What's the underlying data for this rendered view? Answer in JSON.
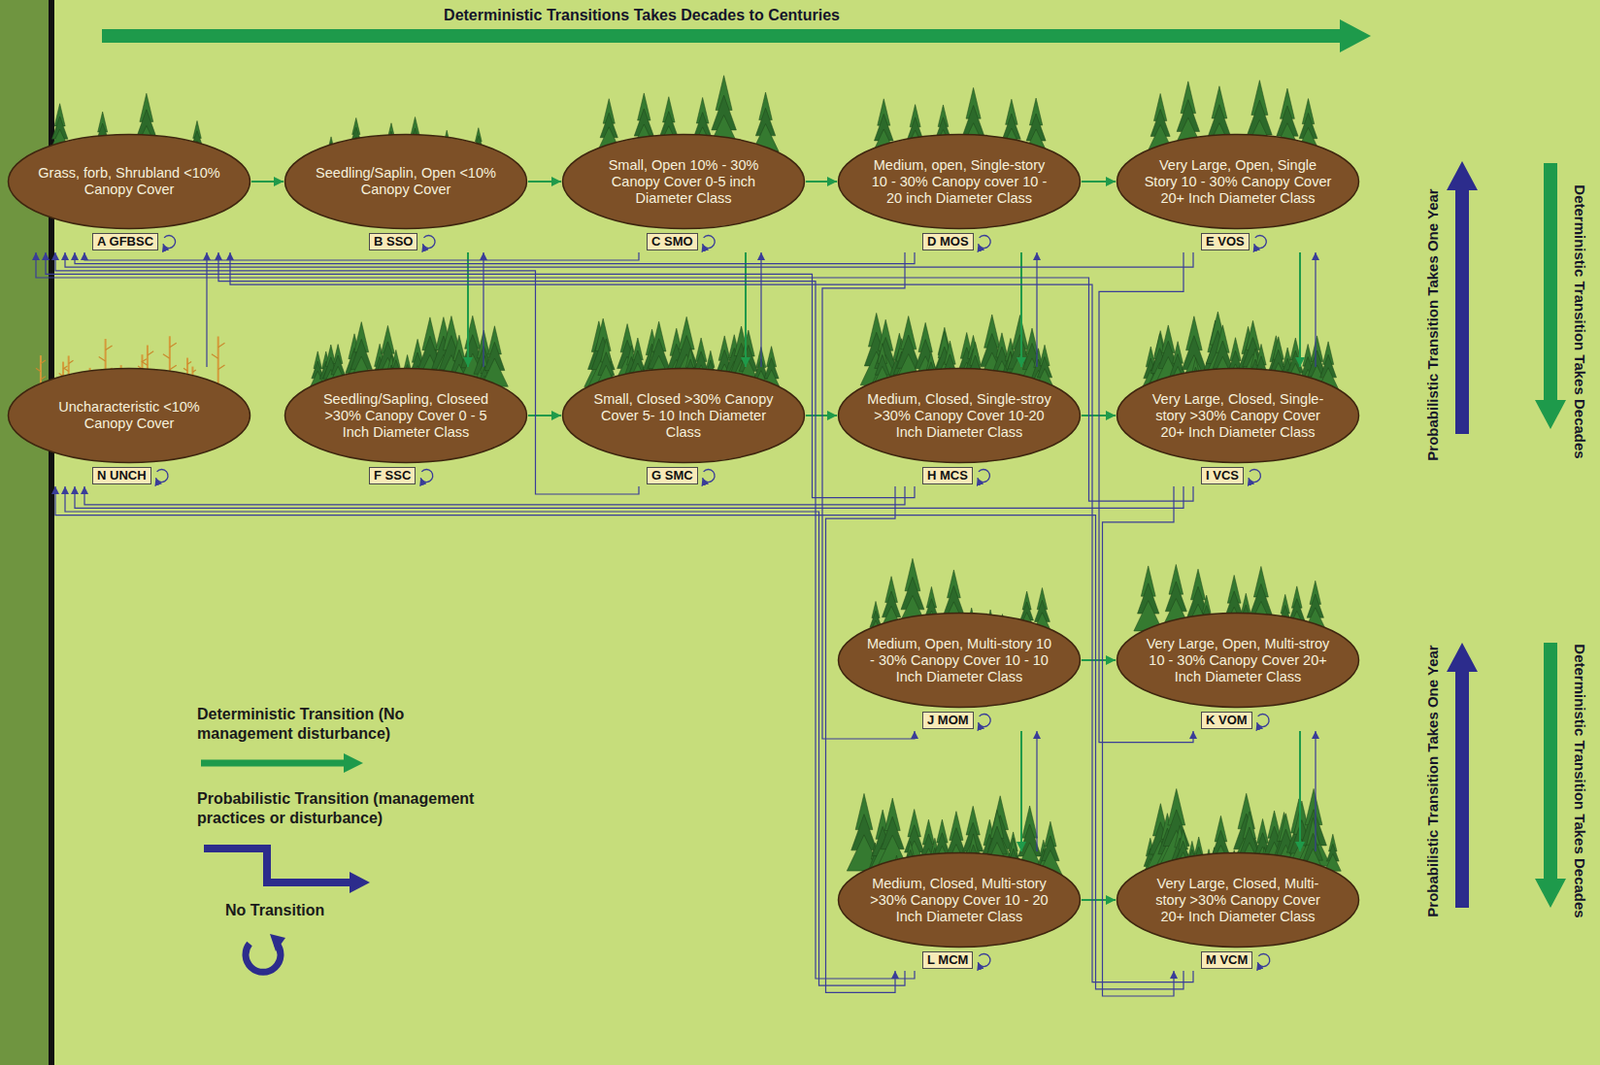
{
  "diagram": {
    "nodes": [
      {
        "text": [
          "Grass, forb, Shrubland <10% Canopy Cover",
          "A GFBSC"
        ]
      },
      {
        "text": [
          "Seedling/Saplin, Open <10% Canopy Cover",
          "B SSO"
        ]
      },
      {
        "text": [
          "Small, Open 10% - 30% Canopy Cover 0-5 inch Diameter Class",
          "C SMO"
        ]
      },
      {
        "text": [
          "Medium, open, Single-story 10 - 30% Canopy cover 10 - 20 inch Diameter Class",
          "D MOS"
        ]
      },
      {
        "text": [
          "Very Large, Open, Single Story 10 - 30% Canopy Cover 20+ Inch Diameter Class",
          "E VOS"
        ]
      },
      {
        "text": [
          "Uncharacteristic <10% Canopy Cover",
          "N UNCH"
        ]
      },
      {
        "text": [
          "Seedling/Sapling, Closeed >30% Canopy Cover 0 - 5 Inch Diameter Class",
          "F SSC"
        ]
      },
      {
        "text": [
          "Small, Closed >30% Canopy Cover 5- 10 Inch Diameter Class",
          "G SMC"
        ]
      },
      {
        "text": [
          "Medium, Closed, Single-stroy >30% Canopy Cover 10-20 Inch Diameter Class",
          "H MCS"
        ]
      },
      {
        "text": [
          "Very Large, Closed, Single-story >30% Canopy Cover 20+ Inch Diameter Class",
          "I VCS"
        ]
      },
      {
        "text": [
          "Medium, Open, Multi-story 10 - 30% Canopy Cover 10 - 10 Inch Diameter Class",
          "J MOM"
        ]
      },
      {
        "text": [
          "Very Large, Open, Multi-stroy 10 - 30% Canopy Cover 20+ Inch Diameter Class",
          "K VOM"
        ]
      },
      {
        "text": [
          "Medium, Closed, Multi-story >30% Canopy Cover 10 - 20 Inch Diameter Class",
          "L MCM"
        ]
      },
      {
        "text": [
          "Very Large, Closed, Multi-story >30% Canopy Cover 20+ Inch Diameter Class",
          "M VCM"
        ]
      }
    ],
    "edges": [
      {
        "from": 0,
        "to": 1,
        "arrow": "to"
      },
      {
        "from": 1,
        "to": 2,
        "arrow": "to"
      },
      {
        "from": 2,
        "to": 3,
        "arrow": "to"
      },
      {
        "from": 3,
        "to": 4,
        "arrow": "to"
      },
      {
        "from": 6,
        "to": 7,
        "arrow": "to"
      },
      {
        "from": 7,
        "to": 8,
        "arrow": "to"
      },
      {
        "from": 8,
        "to": 9,
        "arrow": "to"
      },
      {
        "from": 10,
        "to": 11,
        "arrow": "to"
      },
      {
        "from": 12,
        "to": 13,
        "arrow": "to"
      },
      {
        "from": 1,
        "to": 6,
        "arrow": "to"
      },
      {
        "from": 6,
        "to": 1,
        "arrow": "to"
      },
      {
        "from": 2,
        "to": 7,
        "arrow": "to"
      },
      {
        "from": 7,
        "to": 2,
        "arrow": "to"
      },
      {
        "from": 3,
        "to": 8,
        "arrow": "to"
      },
      {
        "from": 8,
        "to": 3,
        "arrow": "to"
      },
      {
        "from": 4,
        "to": 9,
        "arrow": "to"
      },
      {
        "from": 9,
        "to": 4,
        "arrow": "to"
      },
      {
        "from": 10,
        "to": 12,
        "arrow": "to"
      },
      {
        "from": 12,
        "to": 10,
        "arrow": "to"
      },
      {
        "from": 11,
        "to": 13,
        "arrow": "to"
      },
      {
        "from": 13,
        "to": 11,
        "arrow": "to"
      },
      {
        "from": 2,
        "to": 0,
        "arrow": "to"
      },
      {
        "from": 3,
        "to": 0,
        "arrow": "to"
      },
      {
        "from": 4,
        "to": 0,
        "arrow": "to"
      },
      {
        "from": 7,
        "to": 0,
        "arrow": "to"
      },
      {
        "from": 8,
        "to": 0,
        "arrow": "to"
      },
      {
        "from": 9,
        "to": 0,
        "arrow": "to"
      },
      {
        "from": 12,
        "to": 0,
        "arrow": "to"
      },
      {
        "from": 13,
        "to": 0,
        "arrow": "to"
      },
      {
        "from": 5,
        "to": 0,
        "arrow": "to"
      },
      {
        "from": 8,
        "to": 5,
        "arrow": "to"
      },
      {
        "from": 9,
        "to": 5,
        "arrow": "to"
      },
      {
        "from": 12,
        "to": 5,
        "arrow": "to"
      },
      {
        "from": 13,
        "to": 5,
        "arrow": "to"
      },
      {
        "from": 3,
        "to": 10,
        "arrow": "to"
      },
      {
        "from": 4,
        "to": 11,
        "arrow": "to"
      },
      {
        "from": 8,
        "to": 12,
        "arrow": "to"
      },
      {
        "from": 9,
        "to": 13,
        "arrow": "to"
      }
    ],
    "labels": [
      "Deterministic Transitions Takes Decades to Centuries",
      "Probabilistic Transition Takes One Year",
      "Deterministic Transition Takes Decades",
      "Probabilistic Transition Takes One Year",
      "Deterministic Transition Takes Decades"
    ],
    "legend": [
      {
        "text": "Deterministic Transition (No management disturbance)"
      },
      {
        "text": "Probabilistic Transition (management practices or disturbance)"
      },
      {
        "text": "No Transition"
      }
    ]
  }
}
